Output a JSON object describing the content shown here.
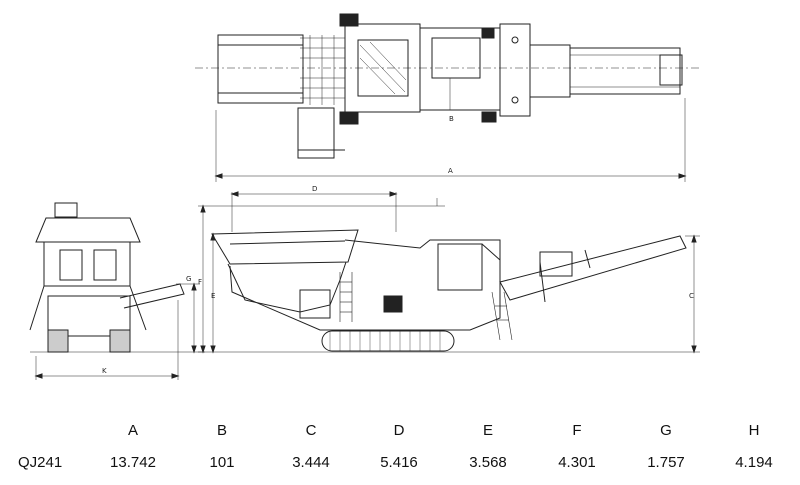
{
  "diagram": {
    "dimension_letters": {
      "top_view": [
        "B",
        "A"
      ],
      "side_view": [
        "D",
        "E",
        "C",
        "F"
      ],
      "front_view": [
        "G",
        "K"
      ]
    }
  },
  "table": {
    "headers": [
      "A",
      "B",
      "C",
      "D",
      "E",
      "F",
      "G",
      "H"
    ],
    "rows": [
      {
        "model": "QJ241",
        "values": [
          "13.742",
          "101",
          "3.444",
          "5.416",
          "3.568",
          "4.301",
          "1.757",
          "4.194"
        ]
      }
    ]
  }
}
